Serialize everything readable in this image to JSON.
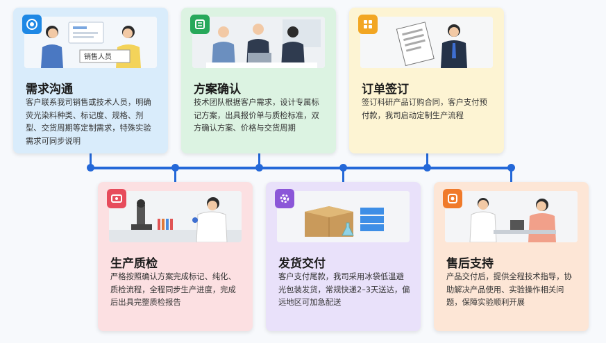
{
  "steps": [
    {
      "title": "需求沟通",
      "desc": "客户联系我司销售或技术人员，明确荧光染料种类、标记度、规格、剂型、交货周期等定制需求，特殊实验需求可同步说明",
      "image_label": "销售人员",
      "icon": "chat-icon",
      "bg": "#d9ecfb",
      "badge": "#1e88e5"
    },
    {
      "title": "方案确认",
      "desc": "技术团队根据客户需求，设计专属标记方案，出具报价单与质检标准，双方确认方案、价格与交货周期",
      "icon": "document-icon",
      "bg": "#dcf3e2",
      "badge": "#27a85a"
    },
    {
      "title": "订单签订",
      "desc": "签订科研产品订购合同，客户支付预付款，我司启动定制生产流程",
      "icon": "grid-icon",
      "bg": "#fdf4d3",
      "badge": "#f2a623"
    },
    {
      "title": "生产质检",
      "desc": "严格按照确认方案完成标记、纯化、质检流程，全程同步生产进度，完成后出具完整质检报告",
      "icon": "report-icon",
      "bg": "#fce0e2",
      "badge": "#e74c5c"
    },
    {
      "title": "发货交付",
      "desc": "客户支付尾款，我司采用冰袋低温避光包装发货，常规快递2–3天送达，偏远地区可加急配送",
      "icon": "gear-icon",
      "bg": "#e9e1fa",
      "badge": "#8b56d8"
    },
    {
      "title": "售后支持",
      "desc": "产品交付后，提供全程技术指导，协助解决产品使用、实验操作相关问题，保障实验顺利开展",
      "icon": "support-icon",
      "bg": "#fde6d6",
      "badge": "#f07a2a"
    }
  ]
}
